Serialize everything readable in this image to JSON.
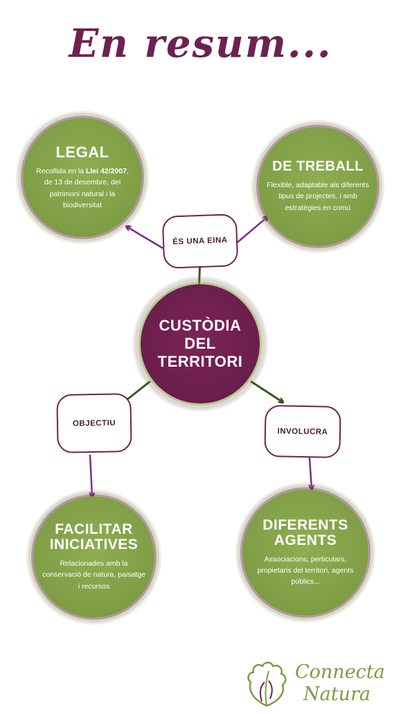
{
  "title": "En resum...",
  "center": {
    "title": "CUSTÒDIA DEL TERRITORI"
  },
  "legal": {
    "title": "LEGAL",
    "body_pre": "Recollida en la ",
    "body_bold": "Llei 42/2007",
    "body_post": ", de 13 de desembre, del patrimoni natural i la biodiversitat"
  },
  "treball": {
    "title": "DE TREBALL",
    "body": "Flexible, adaptable als diferents tipus de projectes, i amb estratègies en comú"
  },
  "facilitar": {
    "title": "FACILITAR INICIATIVES",
    "body": "Relacionades amb la conservació de natura, paisatge i recursos"
  },
  "agents": {
    "title": "DIFERENTS AGENTS",
    "body": "Associacions, perticulars, propietaris del territori, agents públics..."
  },
  "labels": {
    "eina": "ÉS UNA EINA",
    "objectiu": "OBJECTIU",
    "involucra": "INVOLUCRA"
  },
  "logo": {
    "line1": "Connecta",
    "line2": "Natura"
  },
  "colors": {
    "purple": "#6e2150",
    "green": "#7e9d45",
    "arrow_green": "#2f5a1a",
    "arrow_purple": "#7a2c8c"
  }
}
